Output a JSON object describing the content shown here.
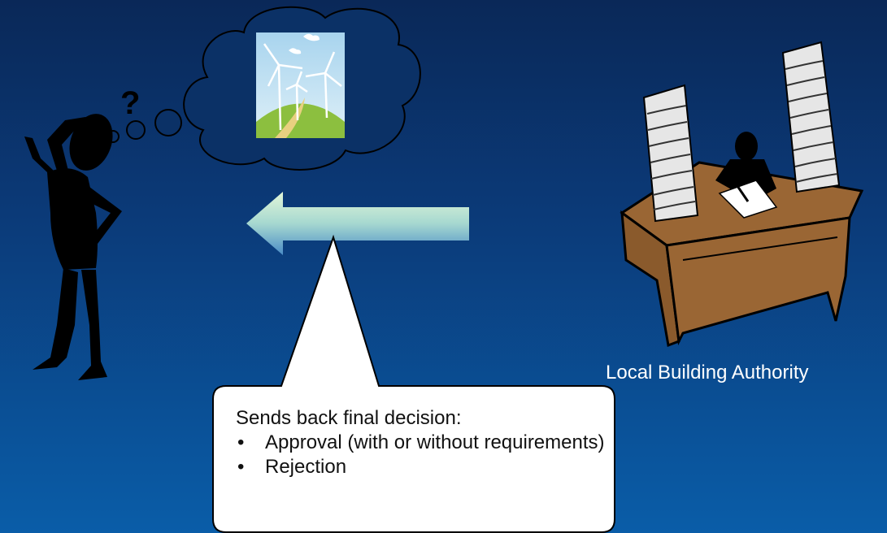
{
  "authority_label": "Local Building Authority",
  "callout": {
    "heading": "Sends back final decision:",
    "items": [
      "Approval (with or without requirements)",
      "Rejection"
    ]
  },
  "question_mark": "?",
  "bullet_char": "•",
  "colors": {
    "background_top": "#0a2858",
    "background_bottom": "#0a5da8",
    "arrow_light": "#d8f0d2",
    "arrow_dark": "#4a90c8",
    "desk": "#9a6634",
    "hill": "#8cbf3f",
    "sky": "#bfe0f0"
  },
  "icons": {
    "person": "confused-person-icon",
    "thought": "thought-bubble-icon",
    "turbines": "wind-turbine-icon",
    "arrow": "left-arrow-icon",
    "authority": "desk-with-paper-stacks-icon"
  }
}
